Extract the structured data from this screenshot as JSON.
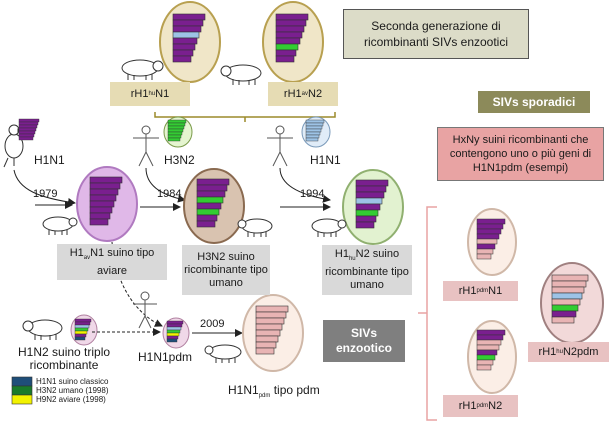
{
  "title_box": {
    "line1": "Seconda generazione di",
    "line2": "ricombinanti SIVs enzootici"
  },
  "top_labels": {
    "rh1hu_n1": {
      "a": "rH1",
      "sub": "hu",
      "b": "N1"
    },
    "rh1av_n2": {
      "a": "rH1",
      "sub": "av",
      "b": "N2"
    }
  },
  "sporadic": {
    "title": "SIVs sporadici",
    "desc_line1": "HxNy suini ricombinanti che",
    "desc_line2": "contengono uno o più geni di",
    "desc_line3": "H1N1pdm (esempi)",
    "ex1": {
      "a": "rH1",
      "sub": "pdm",
      "b": "N1"
    },
    "ex2": {
      "a": "rH1",
      "sub": "hu",
      "b": "N2pdm"
    },
    "ex3": {
      "a": "rH1",
      "sub": "pdm",
      "b": "N2"
    }
  },
  "sources": {
    "h1n1_left": "H1N1",
    "h3n2": "H3N2",
    "h1n1_right": "H1N1"
  },
  "years": {
    "y1979": "1979",
    "y1984": "1984",
    "y1994": "1994",
    "y2009": "2009"
  },
  "lineages": {
    "h1avn1": {
      "a": "H1",
      "sub": "av",
      "b": "N1 suino tipo",
      "line2": "aviare"
    },
    "h3n2": {
      "line1": "H3N2 suino",
      "line2": "ricombinante tipo",
      "line3": "umano"
    },
    "h1hun2": {
      "a": "H1",
      "sub": "hu",
      "b": "N2 suino",
      "line2": "ricombinante tipo",
      "line3": "umano"
    }
  },
  "enzootic": {
    "line1": "SIVs",
    "line2": "enzootico"
  },
  "h1n2_triple": {
    "line1": "H1N2 suino triplo",
    "line2": "ricombinante"
  },
  "h1n1pdm_label": "H1N1pdm",
  "h1n1pdm_type": {
    "a": "H1N1",
    "sub": "pdm",
    "b": " tipo pdm"
  },
  "legend": [
    {
      "label": "H1N1 suino classico",
      "color": "#1f4e79"
    },
    {
      "label": "H3N2 umano (1998)",
      "color": "#1a7a2a"
    },
    {
      "label": "H9N2 aviare (1998)",
      "color": "#f2f200"
    }
  ],
  "colors": {
    "purple": "#7a1f8f",
    "light_blue": "#9dc3e6",
    "green": "#33cc33",
    "salmon": "#e8b4b4",
    "sporadic_desc_bg": "#e8a3a3",
    "dark_gray_box": "#7f7f7f",
    "olive_title_bg": "#8c8a5a",
    "bracket_olive": "#9c8a2a",
    "bracket_pink": "#e8a3a3",
    "swine_bg": "#f2d9d9"
  }
}
